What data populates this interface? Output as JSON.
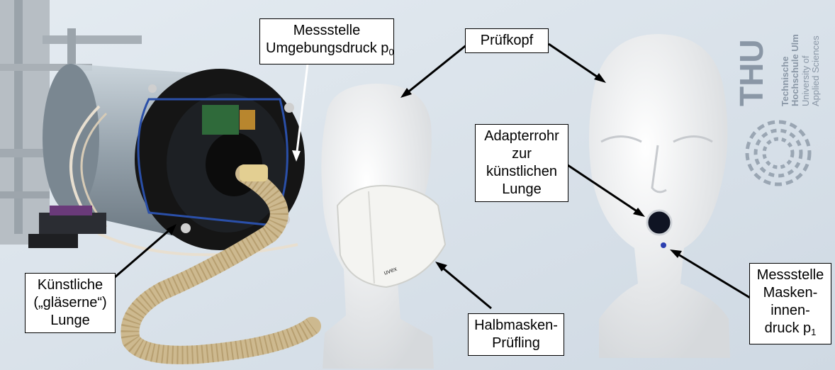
{
  "labels": {
    "messstelle_umgebung": {
      "line1": "Messstelle",
      "line2": "Umgebungsdruck p",
      "sub": "0"
    },
    "pruefkopf": {
      "line1": "Prüfkopf"
    },
    "adapterrohr": {
      "line1": "Adapterrohr",
      "line2": "zur",
      "line3": "künstlichen",
      "line4": "Lunge"
    },
    "kuenstliche_lunge": {
      "line1": "Künstliche",
      "line2": "(„gläserne“)",
      "line3": "Lunge"
    },
    "halbmasken": {
      "line1": "Halbmasken-",
      "line2": "Prüfling"
    },
    "messstelle_masken": {
      "line1": "Messstelle",
      "line2": "Masken-",
      "line3": "innen-",
      "line4": "druck p",
      "sub": "1"
    }
  },
  "logo": {
    "acronym": "THU",
    "line1": "Technische",
    "line2": "Hochschule Ulm",
    "line3": "University of",
    "line4": "Applied Sciences"
  },
  "mask_brand": "uvex",
  "colors": {
    "background": "#d9e3ec",
    "logo": "#8a97a6",
    "label_border": "#000000"
  }
}
